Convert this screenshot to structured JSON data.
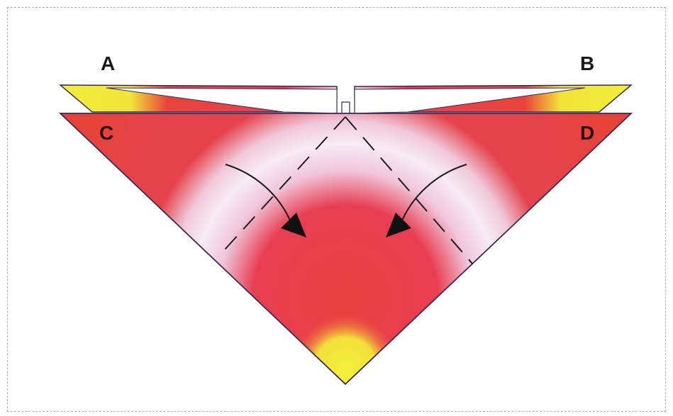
{
  "labels": {
    "a": "A",
    "b": "B",
    "c": "C",
    "d": "D"
  },
  "colors": {
    "red": "#e8443a",
    "crimson": "#e33a55",
    "pink_white": "#f6e9f2",
    "yellow": "#f2ee3a",
    "outline": "#3a2a55",
    "frame": "#b9a9c6"
  }
}
